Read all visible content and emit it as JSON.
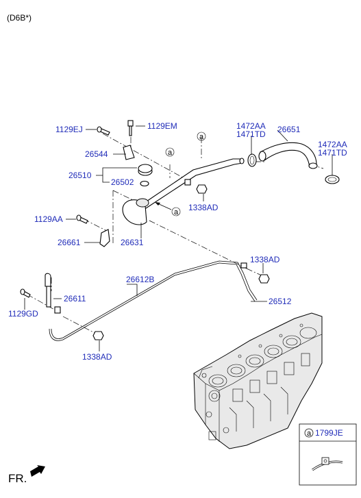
{
  "header": {
    "variant": "(D6B*)"
  },
  "orientation_label": "FR.",
  "legend_box": {
    "ref": "a",
    "part": "1799JE"
  },
  "ref_marker": "a",
  "labels": {
    "p1129EJ": "1129EJ",
    "p1129EM": "1129EM",
    "p26544": "26544",
    "p26510": "26510",
    "p26502": "26502",
    "p1338AD_top": "1338AD",
    "p1472AA_left": "1472AA",
    "p1471TD_left": "1471TD",
    "p26651": "26651",
    "p1472AA_right": "1472AA",
    "p1471TD_right": "1471TD",
    "p1129AA": "1129AA",
    "p26661": "26661",
    "p26631": "26631",
    "p1338AD_mid": "1338AD",
    "p26612B": "26612B",
    "p26611": "26611",
    "p26512": "26512",
    "p1129GD": "1129GD",
    "p1338AD_bottom": "1338AD"
  },
  "colors": {
    "label": "#1f2bb8",
    "line": "#000000"
  }
}
